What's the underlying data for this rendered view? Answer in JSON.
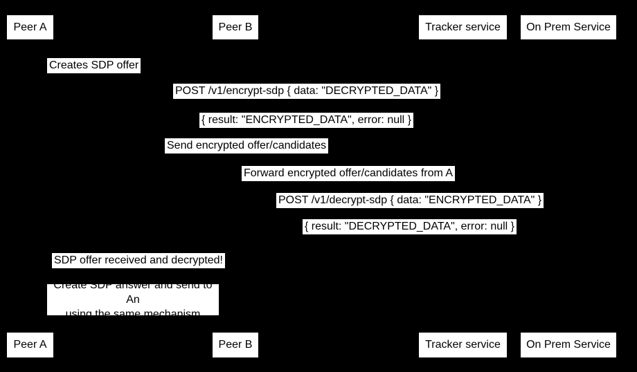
{
  "diagram": {
    "type": "sequence-diagram",
    "colors": {
      "background": "#000000",
      "box_fill": "#ffffff",
      "text": "#000000"
    },
    "participants": [
      {
        "label": "Peer A"
      },
      {
        "label": "Peer B"
      },
      {
        "label": "Tracker service"
      },
      {
        "label": "On Prem Service"
      }
    ],
    "messages": [
      {
        "text": "Creates SDP offer"
      },
      {
        "text": "POST /v1/encrypt-sdp { data: \"DECRYPTED_DATA\" }"
      },
      {
        "text": "{ result: \"ENCRYPTED_DATA\", error: null }"
      },
      {
        "text": "Send encrypted offer/candidates"
      },
      {
        "text": "Forward encrypted offer/candidates from A"
      },
      {
        "text": "POST /v1/decrypt-sdp { data: \"ENCRYPTED_DATA\" }"
      },
      {
        "text": "{ result: \"DECRYPTED_DATA\", error: null }"
      },
      {
        "text": "SDP offer received and decrypted!"
      }
    ],
    "note": {
      "line1": "Create SDP answer and send to An",
      "line2": "using the same mechanism"
    }
  }
}
